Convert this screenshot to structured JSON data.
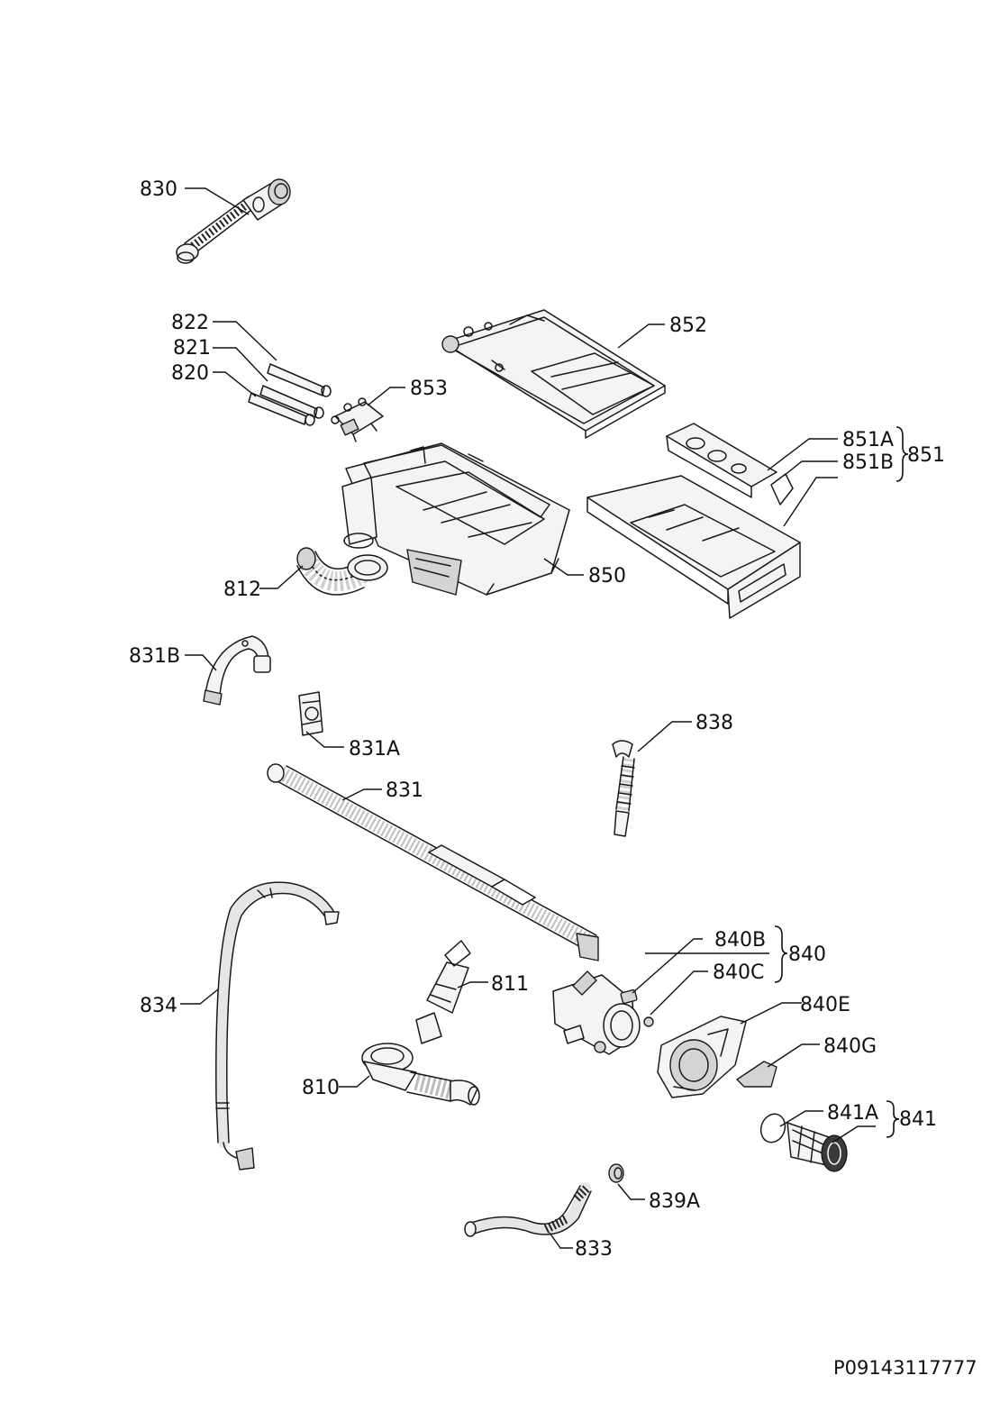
{
  "labels": {
    "l830": "830",
    "l822": "822",
    "l821": "821",
    "l820": "820",
    "l853": "853",
    "l852": "852",
    "l851A": "851A",
    "l851B": "851B",
    "l851": "851",
    "l812": "812",
    "l850": "850",
    "l831B": "831B",
    "l831A": "831A",
    "l838": "838",
    "l831": "831",
    "l840B": "840B",
    "l840C": "840C",
    "l840": "840",
    "l811": "811",
    "l834": "834",
    "l840E": "840E",
    "l840G": "840G",
    "l810": "810",
    "l841A": "841A",
    "l841": "841",
    "l839A": "839A",
    "l833": "833"
  },
  "drawing_code": "P09143117777"
}
